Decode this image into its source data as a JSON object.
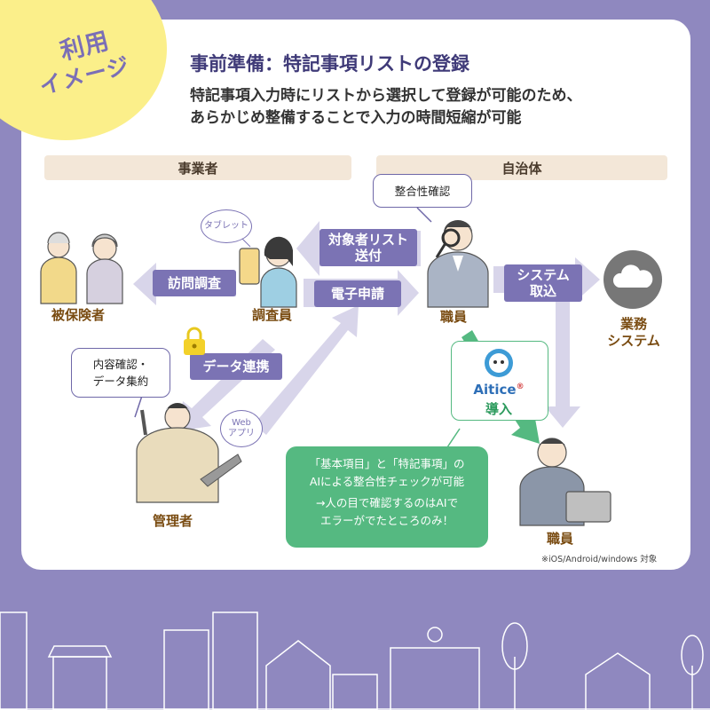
{
  "badge": {
    "line1": "利用",
    "line2": "イメージ"
  },
  "header": {
    "title": "事前準備：特記事項リストの登録",
    "subtitle_line1": "特記事項入力時にリストから選択して登録が可能のため、",
    "subtitle_line2": "あらかじめ整備することで入力の時間短縮が可能"
  },
  "sections": {
    "left": "事業者",
    "right": "自治体"
  },
  "actors": {
    "insured": "被保険者",
    "investigator": "調査員",
    "staff_top": "職員",
    "manager": "管理者",
    "staff_bottom": "職員",
    "business_system": [
      "業務",
      "システム"
    ]
  },
  "actions": {
    "target_list": [
      "対象者リスト",
      "送付"
    ],
    "visit": "訪問調査",
    "e_apply": "電子申請",
    "system_import": [
      "システム",
      "取込"
    ],
    "data_link": "データ連携"
  },
  "bubbles": {
    "consistency": "整合性確認",
    "content_check": [
      "内容確認・",
      "データ集約"
    ]
  },
  "tags": {
    "tablet": "タブレット",
    "web_app": [
      "Web",
      "アプリ"
    ]
  },
  "aitice": {
    "name": "Aitice",
    "mark": "®",
    "caption": "導入"
  },
  "green_box": {
    "line1": "「基本項目」と「特記事項」の",
    "line2": "AIによる整合性チェックが可能",
    "line3": "→人の目で確認するのはAIで",
    "line4": "エラーがでたところのみ！"
  },
  "footnote": "※iOS/Android/windows 対象",
  "colors": {
    "accent": "#7b73b4",
    "green": "#55b981",
    "badge": "#fbef8a",
    "background": "#8f88bf",
    "band": "#f3e7d8"
  }
}
